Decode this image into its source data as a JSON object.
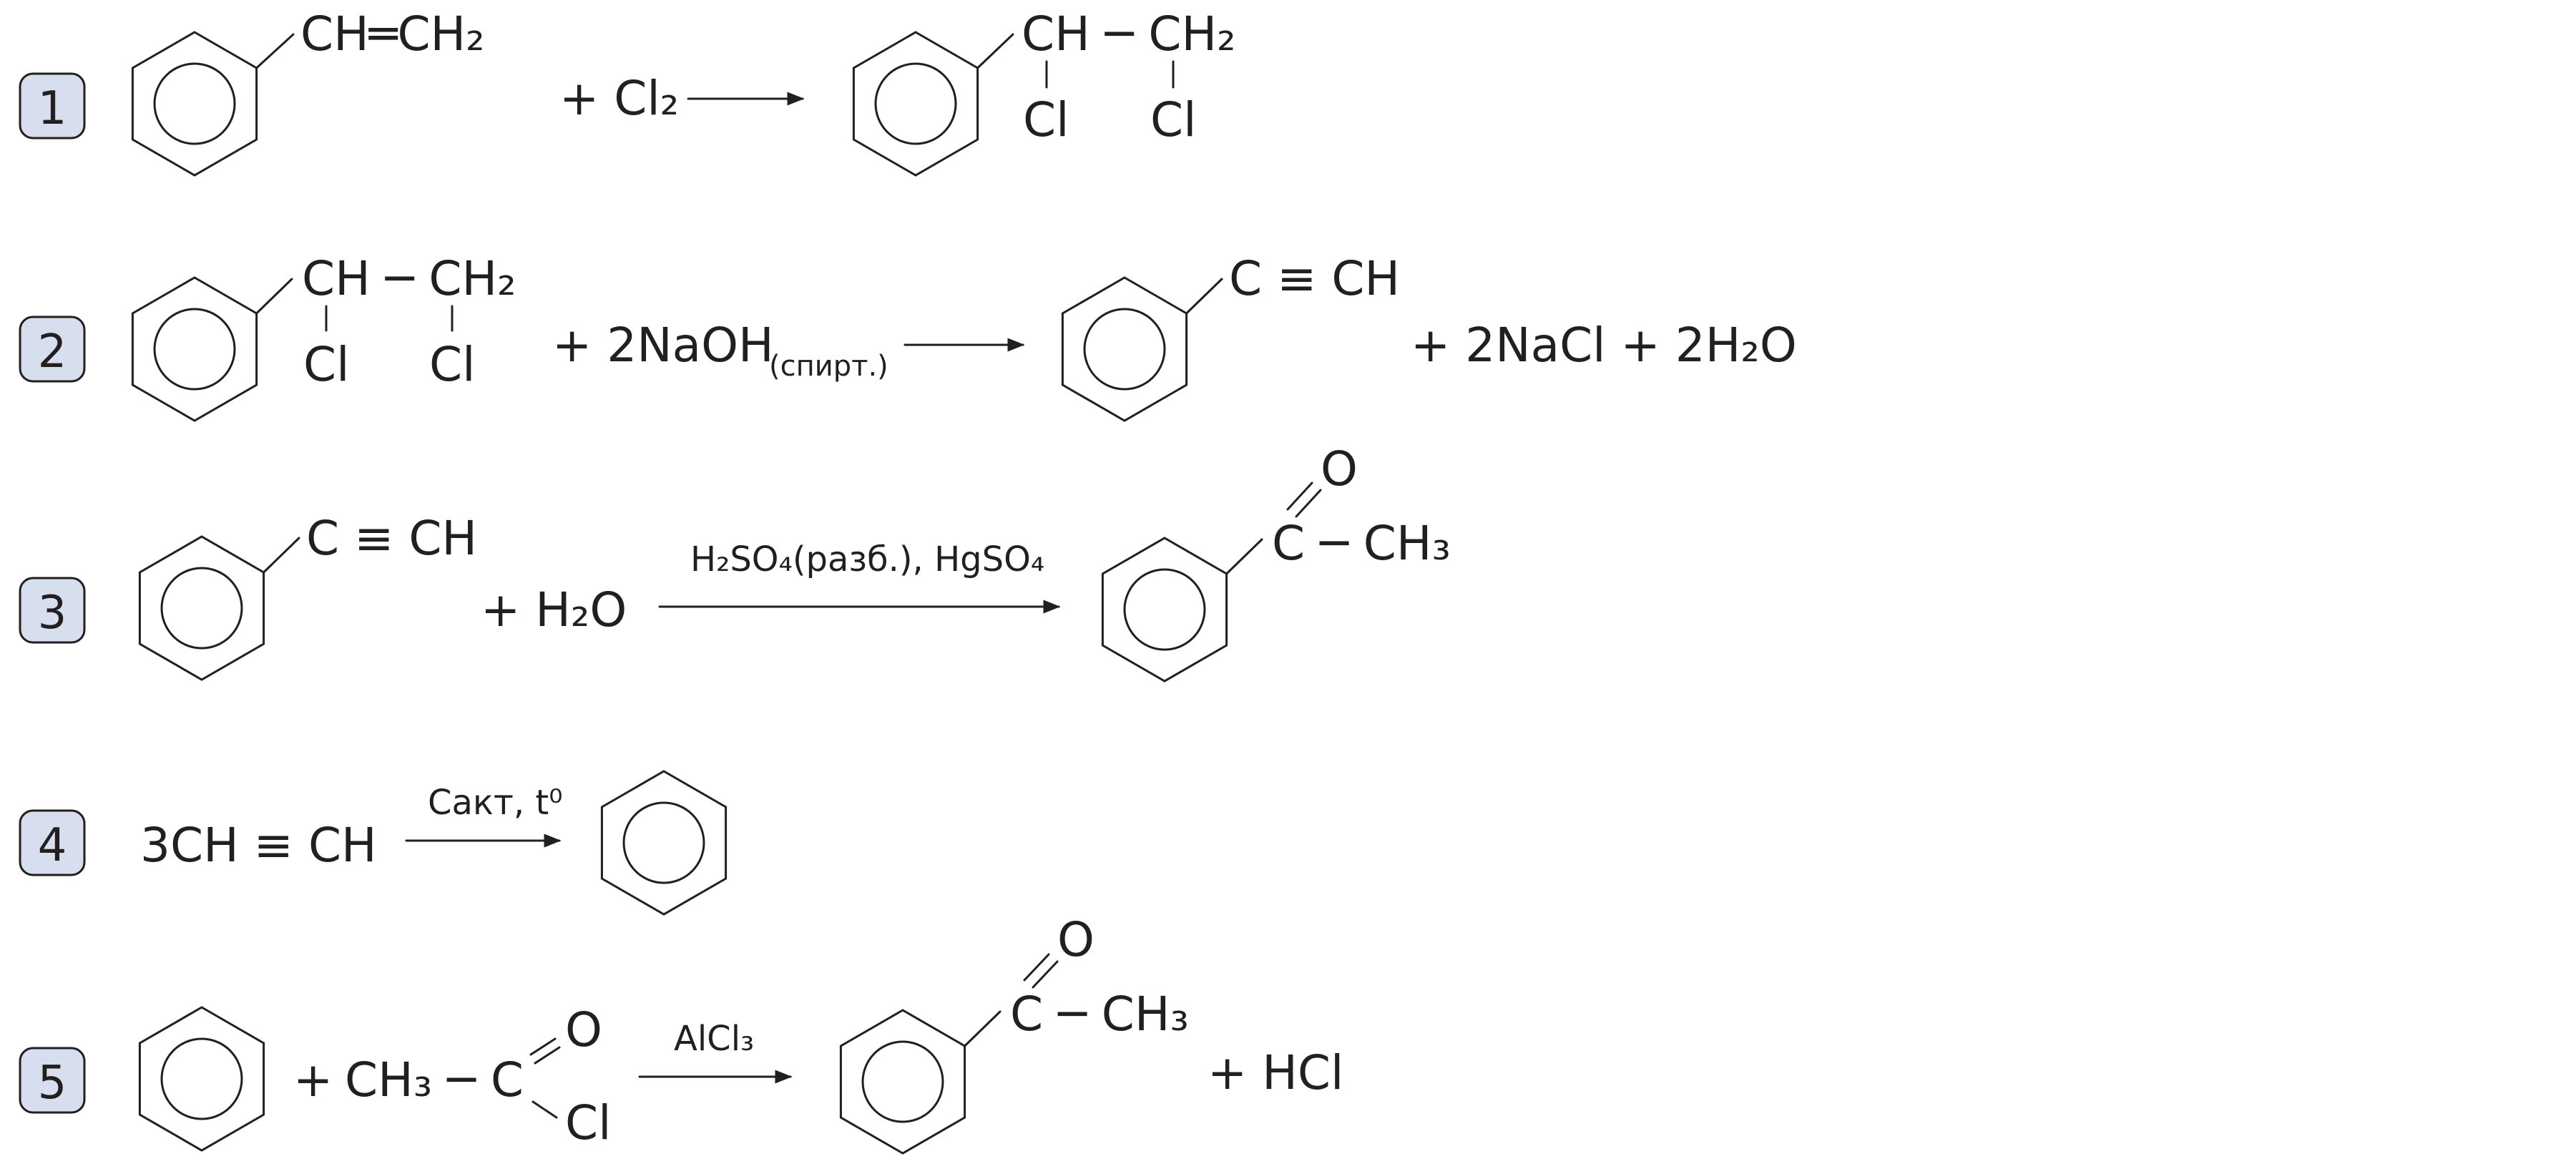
{
  "reactions": [
    {
      "number": "1",
      "reactant_substituent": "CH═CH₂",
      "reagent": "+ Cl₂",
      "product_top": "CH ─ CH₂",
      "product_cl_left": "Cl",
      "product_cl_right": "Cl"
    },
    {
      "number": "2",
      "reactant_top": "CH ─ CH₂",
      "reactant_cl_left": "Cl",
      "reactant_cl_right": "Cl",
      "reagent_main": "+ 2NaOH",
      "reagent_sub": "(спирт.)",
      "product_substituent": "C ≡ CH",
      "byproducts": "+ 2NaCl + 2H₂O"
    },
    {
      "number": "3",
      "reactant_substituent": "C ≡ CH",
      "reagent": "+ H₂O",
      "conditions": "H₂SO₄(разб.), HgSO₄",
      "product_o": "O",
      "product_chain": "C ─ CH₃"
    },
    {
      "number": "4",
      "reactant": "3CH ≡ CH",
      "conditions": "Cакт, t⁰"
    },
    {
      "number": "5",
      "plus": "+",
      "acyl_chain": "CH₃ ─ C",
      "acyl_o": "O",
      "acyl_cl": "Cl",
      "conditions": "AlCl₃",
      "product_o": "O",
      "product_chain": "C ─ CH₃",
      "byproduct": "+ HCl"
    }
  ]
}
